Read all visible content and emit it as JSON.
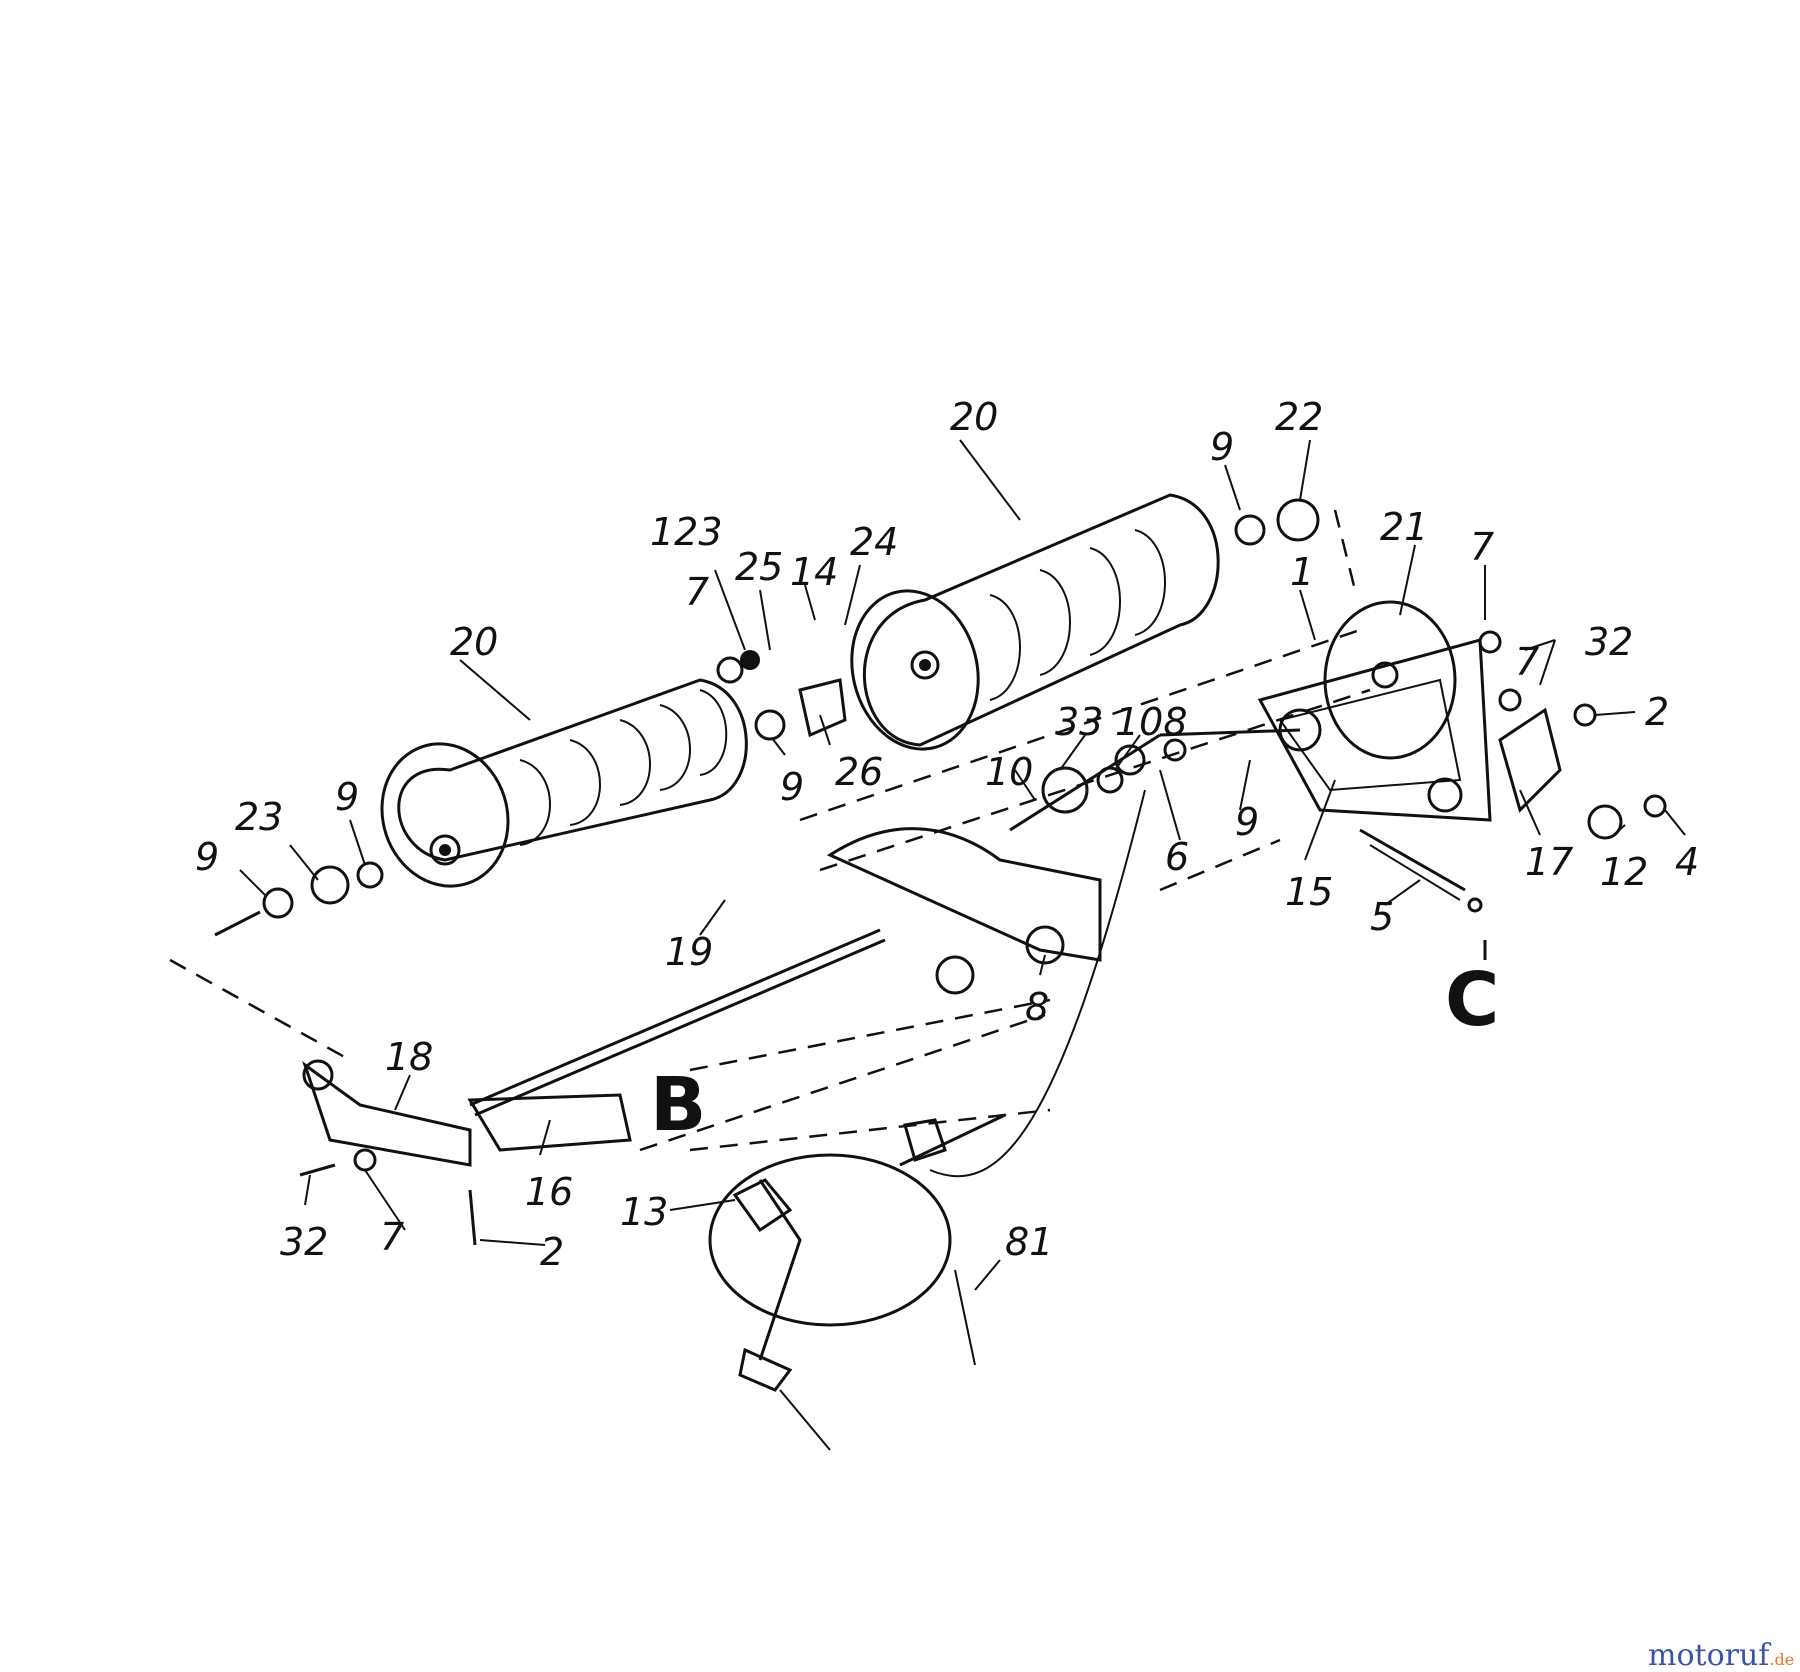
{
  "callouts": {
    "c20a": "20",
    "c20b": "20",
    "c9a": "9",
    "c22": "22",
    "c21": "21",
    "c7a": "7",
    "c32a": "32",
    "c7b": "7",
    "c2a": "2",
    "c4": "4",
    "c12": "12",
    "c17": "17",
    "c5": "5",
    "c15": "15",
    "c1": "1",
    "c9b": "9",
    "c6": "6",
    "c108": "108",
    "c33": "33",
    "c10": "10",
    "c8": "8",
    "c19": "19",
    "c123": "123",
    "c25": "25",
    "c14": "14",
    "c24": "24",
    "c7c": "7",
    "c26": "26",
    "c9c": "9",
    "c9d": "9",
    "c23": "23",
    "c9e": "9",
    "c18": "18",
    "c16": "16",
    "c32b": "32",
    "c7d": "7",
    "c2b": "2",
    "c13": "13",
    "c81": "81"
  },
  "view_markers": {
    "b": "B",
    "c": "C"
  },
  "watermark": {
    "part1": "motoruf",
    "part2": ".de"
  },
  "colors": {
    "ink": "#111111",
    "watermark_blue": "#3a55a4",
    "watermark_orange": "#e8742a"
  }
}
